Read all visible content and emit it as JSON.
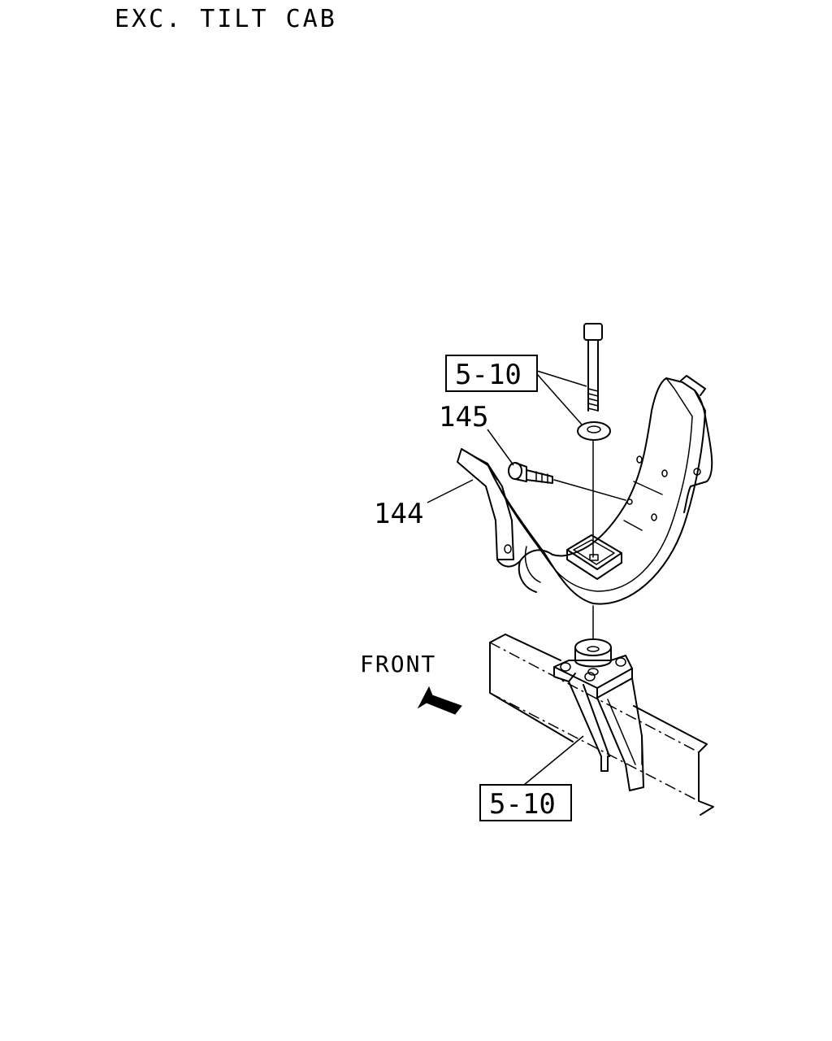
{
  "header": {
    "title": "EXC. TILT CAB"
  },
  "callouts": {
    "ref_upper": "5-10",
    "ref_lower": "5-10",
    "part_145": "145",
    "part_144": "144"
  },
  "direction": {
    "label": "FRONT"
  },
  "icons": {
    "direction_arrow": "arrow-left-down-icon"
  }
}
